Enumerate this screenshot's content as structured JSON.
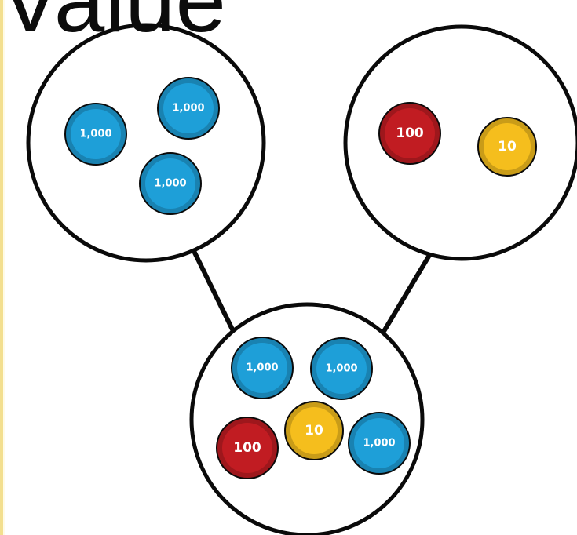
{
  "title": "Value",
  "colors": {
    "thousand": "#1e9fd8",
    "hundred": "#c11c22",
    "ten": "#f5be1d",
    "outline": "#0a0a0a"
  },
  "groups": {
    "top_left": {
      "coins": [
        {
          "label": "1,000",
          "kind": "thousand"
        },
        {
          "label": "1,000",
          "kind": "thousand"
        },
        {
          "label": "1,000",
          "kind": "thousand"
        }
      ]
    },
    "top_right": {
      "coins": [
        {
          "label": "100",
          "kind": "hundred"
        },
        {
          "label": "10",
          "kind": "ten"
        }
      ]
    },
    "bottom": {
      "coins": [
        {
          "label": "1,000",
          "kind": "thousand"
        },
        {
          "label": "1,000",
          "kind": "thousand"
        },
        {
          "label": "100",
          "kind": "hundred"
        },
        {
          "label": "10",
          "kind": "ten"
        },
        {
          "label": "1,000",
          "kind": "thousand"
        }
      ]
    }
  }
}
